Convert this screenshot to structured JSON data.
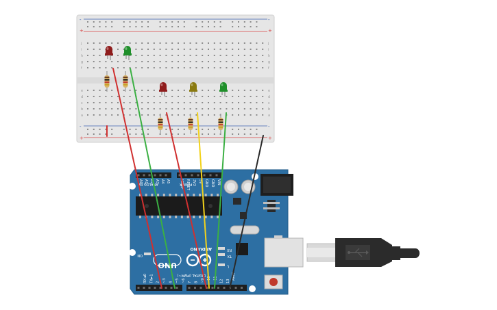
{
  "breadboard": {
    "columns": 30,
    "rows_top": [
      "j",
      "i",
      "h",
      "g",
      "f"
    ],
    "rows_bottom": [
      "e",
      "d",
      "c",
      "b",
      "a"
    ],
    "rail_minus": "-",
    "rail_plus": "+"
  },
  "arduino": {
    "model_label": "UNO",
    "brand_label": "ARDUINO",
    "digital_label": "DIGITAL (PWM~)",
    "analog_label": "ANALOG IN",
    "power_label": "POWER",
    "on_label": "ON",
    "tx_label": "TX",
    "rx_label": "RX",
    "l_label": "L",
    "aref_label": "AREF",
    "gnd_label": "GND",
    "analog_pins": [
      "A0",
      "A1",
      "A2",
      "A3",
      "A4",
      "A5"
    ],
    "power_pins": [
      "IOREF",
      "RESET",
      "3V3",
      "5V",
      "GND",
      "GND",
      "VIN"
    ],
    "digital_pins": [
      "13",
      "12",
      "~11",
      "~10",
      "~9",
      "8",
      "7",
      "~6",
      "~5",
      "4",
      "~3",
      "2",
      "TX►1",
      "RX◄0"
    ]
  },
  "components": {
    "leds": [
      {
        "id": "led1",
        "color": "#8f1c1c"
      },
      {
        "id": "led2",
        "color": "#1f8f2a"
      },
      {
        "id": "led3",
        "color": "#8f1c1c"
      },
      {
        "id": "led4",
        "color": "#8a7a10"
      },
      {
        "id": "led5",
        "color": "#1f8f2a"
      }
    ],
    "wire_colors": {
      "red": "#d03030",
      "green": "#3bb043",
      "yellow": "#f2d21b",
      "black": "#2a2a2a"
    }
  },
  "colors": {
    "board_blue": "#2d6fa3",
    "breadboard": "#e9e9e9",
    "rail_red": "#d84040",
    "rail_blue": "#3a5fb0"
  }
}
